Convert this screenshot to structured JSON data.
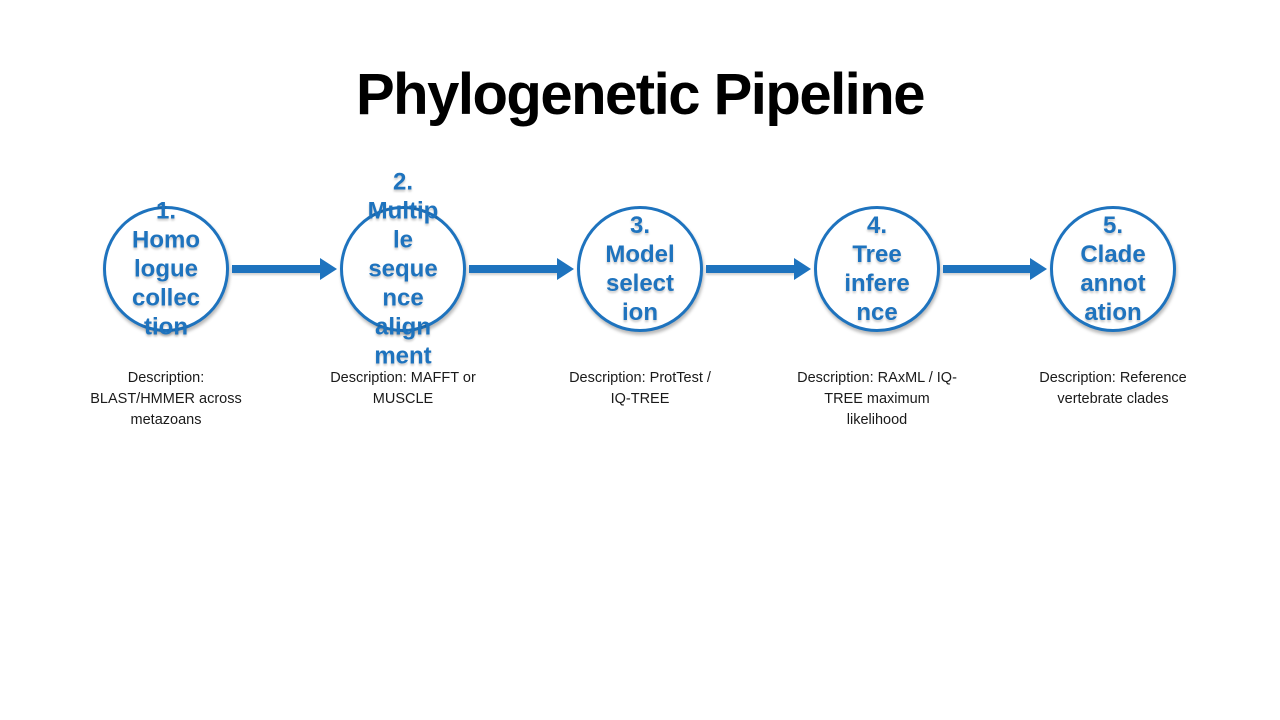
{
  "title": "Phylogenetic Pipeline",
  "accent_color": "#1E73BE",
  "steps": [
    {
      "label": "1.\nHomo\nlogue\ncollec\ntion",
      "full_label": "1. Homologue collection",
      "description": "Description:\nBLAST/HMMER across\nmetazoans"
    },
    {
      "label": "2.\nMultip\nle\nseque\nnce\nalign\nment",
      "full_label": "2. Multiple sequence alignment",
      "description": "Description: MAFFT or\nMUSCLE"
    },
    {
      "label": "3.\nModel\nselect\nion",
      "full_label": "3. Model selection",
      "description": "Description: ProtTest /\nIQ-TREE"
    },
    {
      "label": "4.\nTree\ninfere\nnce",
      "full_label": "4. Tree inference",
      "description": "Description: RAxML / IQ-\nTREE maximum\nlikelihood"
    },
    {
      "label": "5.\nClade\nannot\nation",
      "full_label": "5. Clade annotation",
      "description": "Description: Reference\nvertebrate clades"
    }
  ]
}
